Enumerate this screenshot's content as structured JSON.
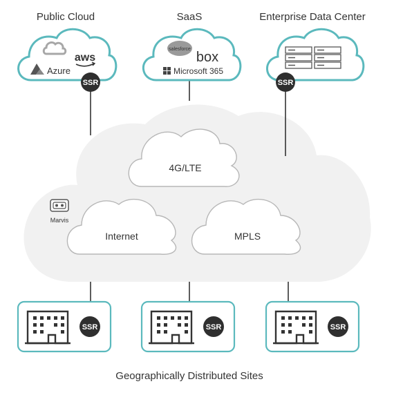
{
  "top_labels": {
    "public_cloud": "Public Cloud",
    "saas": "SaaS",
    "enterprise_dc": "Enterprise Data Center"
  },
  "public_cloud": {
    "aws": "aws",
    "azure": "Azure",
    "icons": [
      "google-cloud-icon",
      "aws-logo-icon",
      "azure-logo-icon"
    ]
  },
  "saas": {
    "salesforce": "salesforce",
    "box": "box",
    "microsoft": "Microsoft 365",
    "icons": [
      "salesforce-logo-icon",
      "box-logo-icon",
      "microsoft-logo-icon"
    ]
  },
  "enterprise_dc": {
    "icons": [
      "server-rack-icon"
    ]
  },
  "ssr_label": "SSR",
  "transport": {
    "lte": "4G/LTE",
    "internet": "Internet",
    "mpls": "MPLS"
  },
  "marvis": "Marvis",
  "sites": [
    {
      "ssr": "SSR"
    },
    {
      "ssr": "SSR"
    },
    {
      "ssr": "SSR"
    }
  ],
  "footer": "Geographically Distributed Sites",
  "colors": {
    "cloud_outline": "#5bb9bd",
    "backbone_cloud": "#f1f1f1",
    "ssr_badge": "#2f2f2f",
    "text": "#333333"
  }
}
